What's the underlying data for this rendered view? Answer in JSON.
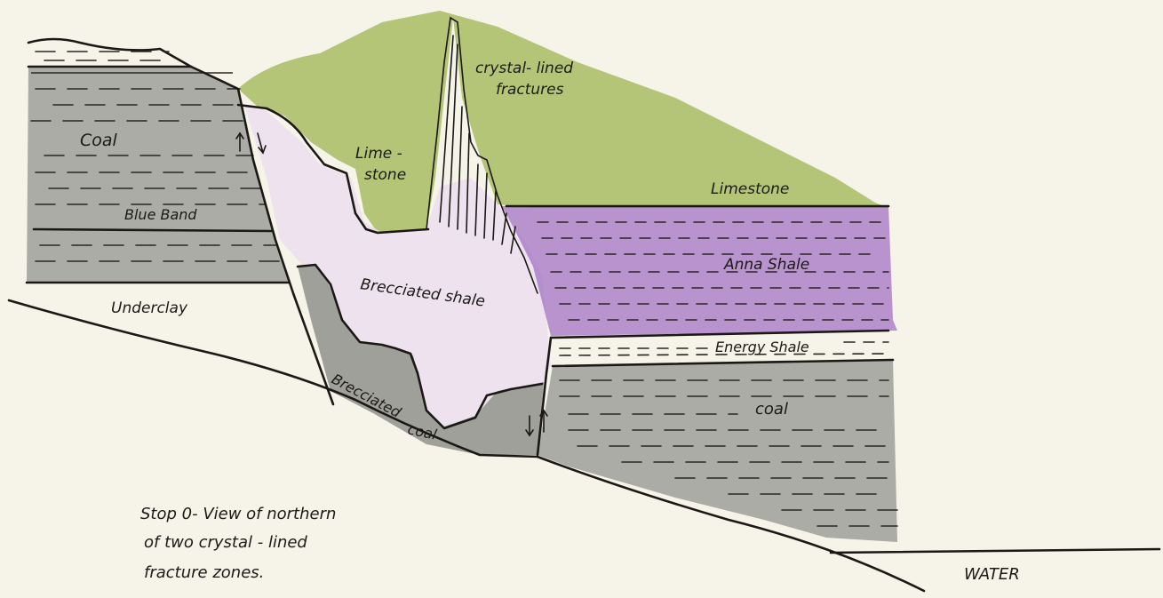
{
  "labels": {
    "crystal_lined_fractures": [
      "crystal- lined",
      "fractures"
    ],
    "limestone_upper": [
      "Lime -",
      "stone"
    ],
    "limestone_right": "Limestone",
    "coal_left": "Coal",
    "blue_band": "Blue Band",
    "underclay": "Underclay",
    "brecciated_shale": "Brecciated shale",
    "anna_shale": "Anna Shale",
    "energy_shale": "Energy Shale",
    "brecciated_coal": [
      "Brecciated",
      "coal"
    ],
    "coal_right": "coal",
    "water": "WATER"
  },
  "caption": [
    "Stop 0- View of northern",
    "of two crystal - lined",
    "fracture zones."
  ],
  "colors": {
    "paper": "#f6f3e8",
    "limestone": "#a9bc63",
    "anna_shale": "#9f6ec3",
    "brecciated_shale": "#ece0ee",
    "coal": "#9a9a96",
    "ink": "#1b1815"
  }
}
